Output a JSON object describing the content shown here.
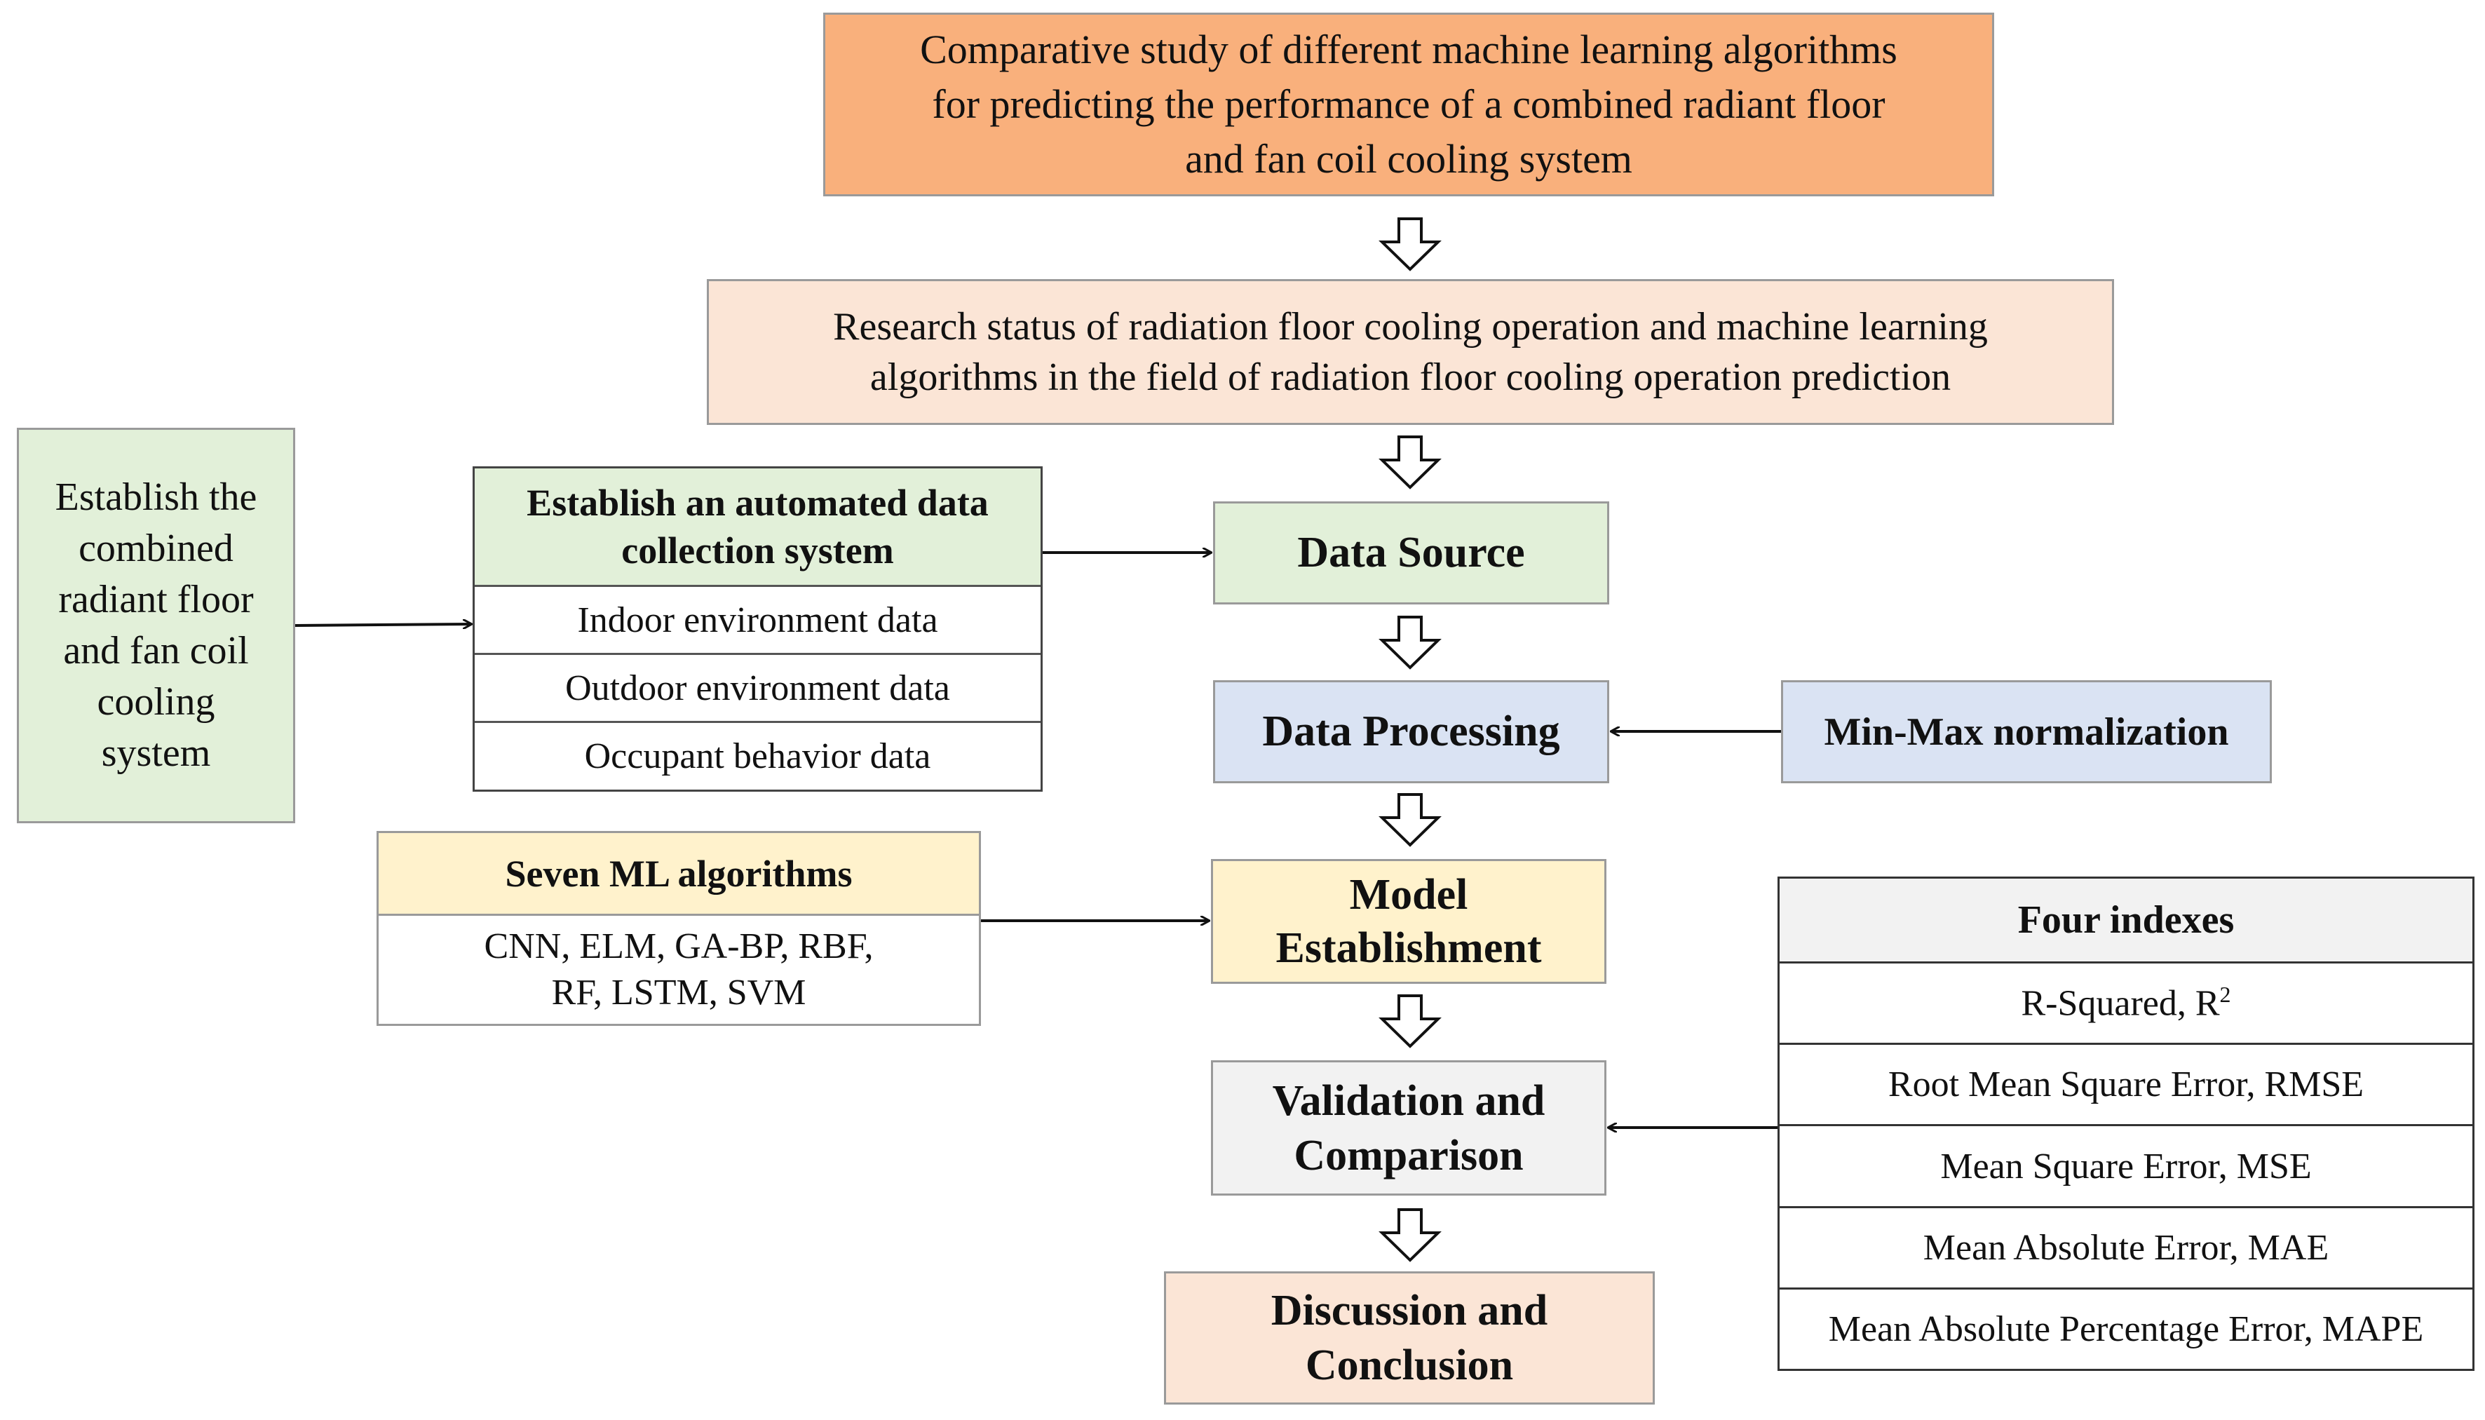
{
  "colors": {
    "title_fill": "#f9b07c",
    "research_fill": "#fbe5d6",
    "green_fill": "#e2f0d9",
    "blue_fill": "#dae3f3",
    "yellow_fill": "#fff2cc",
    "grey_fill": "#f2f2f2",
    "peach_fill": "#fbe5d6",
    "arrow_stroke": "#111111"
  },
  "title_box": {
    "lines": [
      "Comparative study of different machine learning algorithms",
      "for predicting the performance of a combined radiant floor",
      "and fan coil cooling system"
    ]
  },
  "research_box": {
    "lines": [
      "Research status of radiation floor cooling operation and machine learning",
      "algorithms in the field of radiation floor cooling operation prediction"
    ]
  },
  "establish_system_box": {
    "lines": [
      "Establish the",
      "combined",
      "radiant floor",
      "and fan coil",
      "cooling",
      "system"
    ]
  },
  "data_collection_table": {
    "header_lines": [
      "Establish an automated data",
      "collection system"
    ],
    "rows": [
      "Indoor environment data",
      "Outdoor environment data",
      "Occupant behavior data"
    ]
  },
  "ml_algorithms_table": {
    "header": "Seven ML algorithms",
    "body_lines": [
      "CNN, ELM, GA-BP, RBF,",
      "RF, LSTM, SVM"
    ]
  },
  "main_flow": {
    "data_source": [
      "Data Source"
    ],
    "data_processing": [
      "Data Processing"
    ],
    "model_establishment": [
      "Model",
      "Establishment"
    ],
    "validation": [
      "Validation and",
      "Comparison"
    ],
    "discussion": [
      "Discussion and",
      "Conclusion"
    ]
  },
  "normalization_box": {
    "label": "Min-Max normalization"
  },
  "indexes_table": {
    "header": "Four indexes",
    "rows": [
      {
        "text": "R-Squared, R",
        "sup": "2"
      },
      {
        "text": "Root Mean Square Error, RMSE"
      },
      {
        "text": "Mean Square Error, MSE"
      },
      {
        "text": "Mean Absolute Error, MAE"
      },
      {
        "text": "Mean Absolute Percentage Error, MAPE"
      }
    ]
  }
}
